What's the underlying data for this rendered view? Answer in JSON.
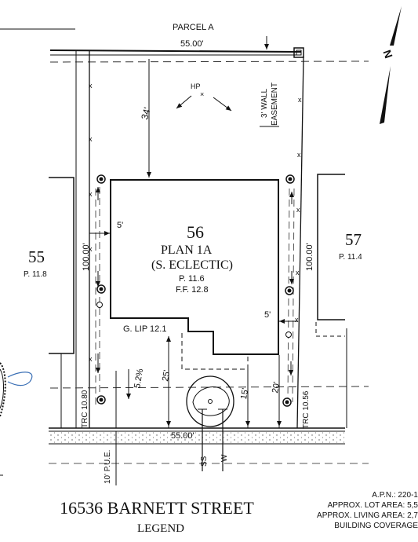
{
  "parcel": {
    "label": "PARCEL A",
    "top_width": "55.00'"
  },
  "north_label": "N",
  "high_point_label": "HP",
  "wall_easement": {
    "line1": "3' WALL",
    "line2": "EASEMENT"
  },
  "rear_setback": "34'",
  "lot": {
    "number": "56",
    "plan": "PLAN 1A",
    "style": "(S. ECLECTIC)",
    "pad": "P. 11.6",
    "finished_floor": "F.F. 12.8",
    "garage_lip": "G. LIP 12.1",
    "left_depth": "100.00'",
    "right_depth": "100.00'",
    "left_side_setback": "5'",
    "right_side_setback": "5'",
    "driveway_slope": "5.2%",
    "front_setback_garage": "25'",
    "front_setback_15": "15'",
    "front_setback_20": "20'",
    "trc_left": "TRC 10.80",
    "trc_right": "TRC 10.56",
    "front_width": "55.00'",
    "utility_ss": "SS",
    "utility_w": "W",
    "pue": "10' P.U.E."
  },
  "neighbor_left": {
    "number": "55",
    "pad": "P. 11.8"
  },
  "neighbor_right": {
    "number": "57",
    "pad": "P. 11.4"
  },
  "address": "16536 BARNETT STREET",
  "legend_label": "LEGEND",
  "info_block": {
    "apn": "A.P.N.: 220-1",
    "lot_area": "APPROX. LOT AREA: 5,5",
    "living_area": "APPROX. LIVING AREA: 2,7",
    "coverage": "BUILDING COVERAGE"
  }
}
